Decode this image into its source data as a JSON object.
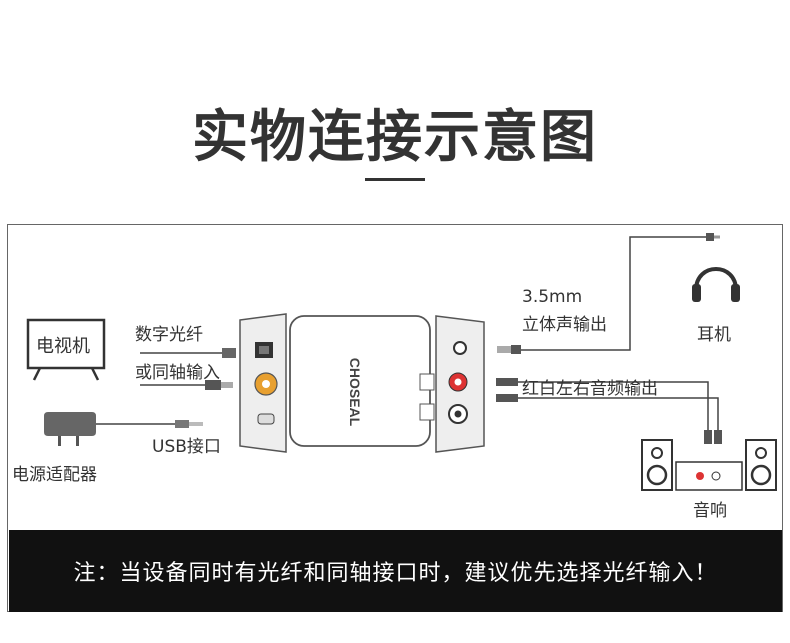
{
  "title": "实物连接示意图",
  "labels": {
    "tv": "电视机",
    "optical": "数字光纤",
    "coaxial": "或同轴输入",
    "usb": "USB接口",
    "power": "电源适配器",
    "jack_line1": "3.5mm",
    "jack_line2": "立体声输出",
    "headphones": "耳机",
    "rca_out": "红白左右音频输出",
    "speakers": "音响",
    "brand": "CHOSEAL"
  },
  "footer": "注：当设备同时有光纤和同轴接口时，建议优先选择光纤输入！"
}
